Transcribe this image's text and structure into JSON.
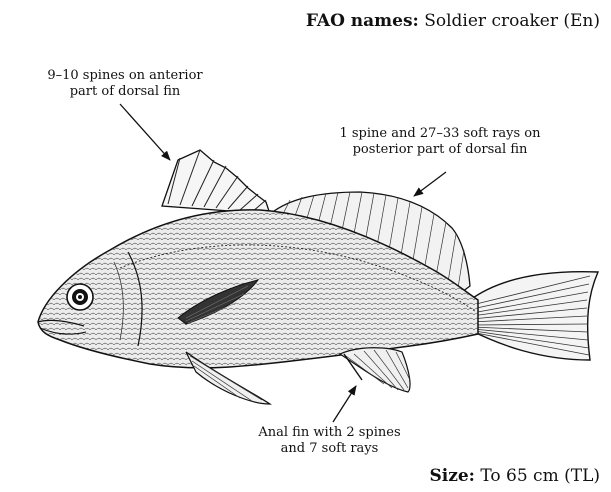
{
  "header": {
    "fao_label": "FAO names:",
    "fao_value": "Soldier croaker (En)"
  },
  "footer": {
    "size_label": "Size:",
    "size_value": "To 65 cm (TL)"
  },
  "annotations": {
    "dorsal_anterior": [
      "9–10 spines on anterior",
      "part of dorsal fin"
    ],
    "dorsal_posterior": [
      "1 spine and 27–33 soft rays on",
      "posterior part of dorsal fin"
    ],
    "anal_fin": [
      "Anal fin with 2 spines",
      "and 7 soft rays"
    ]
  },
  "illustration": {
    "subject": "fish-illustration",
    "colors": {
      "ink": "#1a1a1a",
      "body_fill": "#eeeeee",
      "background": "#ffffff"
    }
  }
}
